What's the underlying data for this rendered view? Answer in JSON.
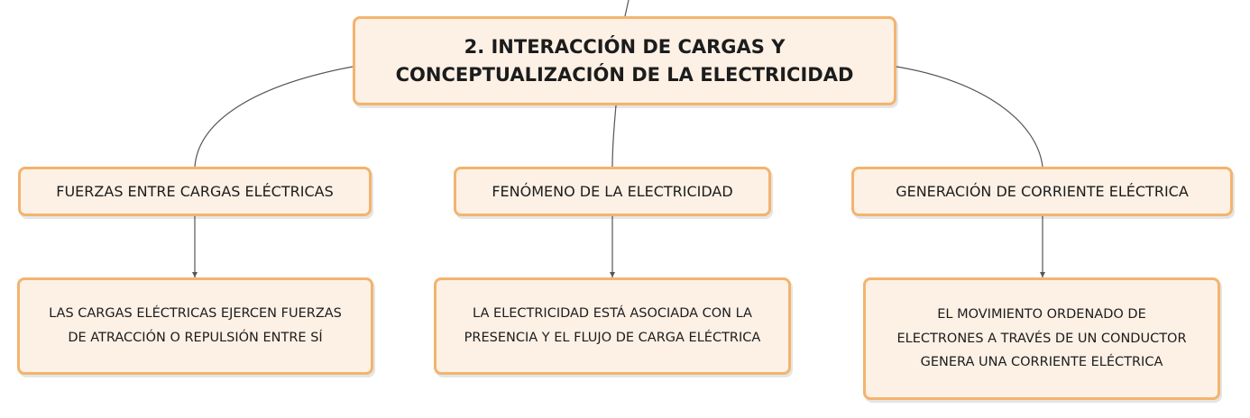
{
  "main_topic": {
    "line1": "2. INTERACCIÓN DE CARGAS Y",
    "line2": "CONCEPTUALIZACIÓN DE LA ELECTRICIDAD"
  },
  "branches": [
    {
      "label": "FUERZAS ENTRE CARGAS ELÉCTRICAS",
      "detail": [
        "LAS CARGAS ELÉCTRICAS EJERCEN FUERZAS",
        "DE ATRACCIÓN O REPULSIÓN ENTRE SÍ"
      ]
    },
    {
      "label": "FENÓMENO DE LA ELECTRICIDAD",
      "detail": [
        "LA ELECTRICIDAD ESTÁ ASOCIADA CON LA",
        "PRESENCIA Y EL FLUJO DE CARGA ELÉCTRICA"
      ]
    },
    {
      "label": "GENERACIÓN DE CORRIENTE ELÉCTRICA",
      "detail": [
        "EL MOVIMIENTO ORDENADO DE",
        "ELECTRONES A TRAVÉS DE UN CONDUCTOR",
        "GENERA UNA CORRIENTE ELÉCTRICA"
      ]
    }
  ],
  "colors": {
    "node_fill": "#fdf1e6",
    "node_border": "#f3b46e",
    "connector": "#555555"
  }
}
